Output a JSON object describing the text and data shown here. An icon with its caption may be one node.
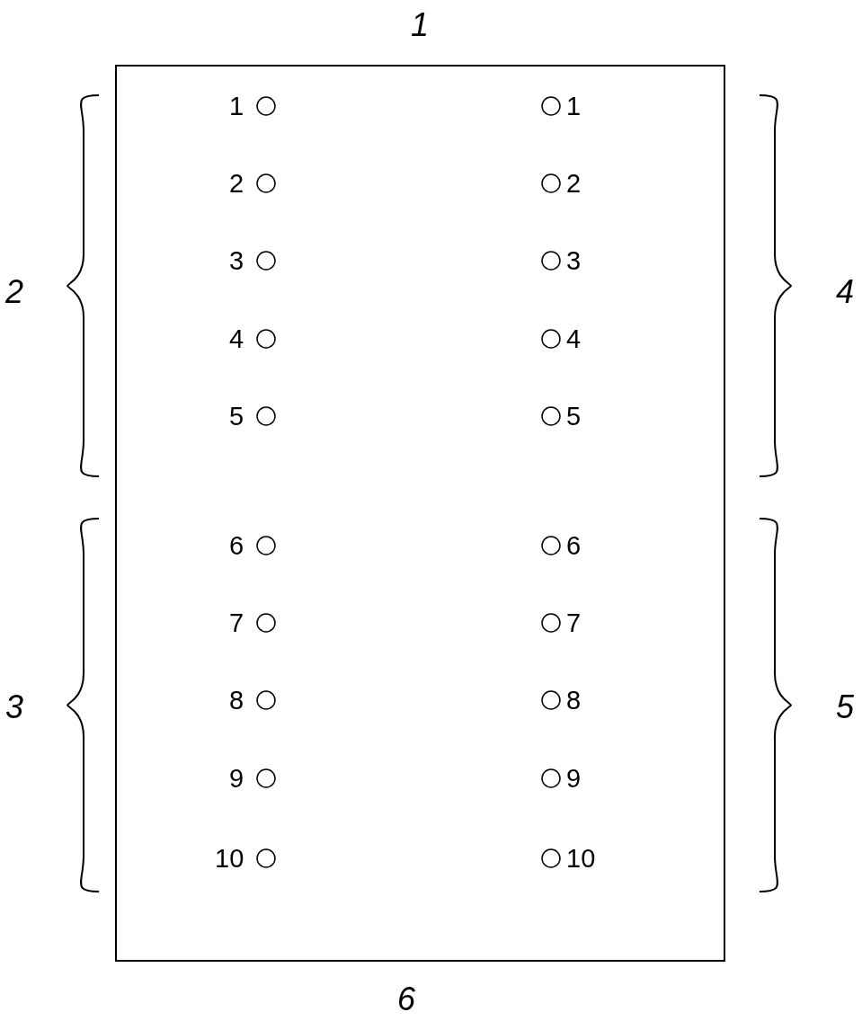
{
  "diagram": {
    "nodes": [
      {
        "text": [
          "1"
        ],
        "beside": [
          "6"
        ]
      }
    ],
    "labels": [
      "1",
      "2",
      "3",
      "4",
      "5",
      "6",
      "7",
      "8",
      "9",
      "10",
      "1",
      "2",
      "3",
      "4",
      "5",
      "6",
      "7",
      "8",
      "9",
      "10",
      "2",
      "3",
      "4",
      "5"
    ]
  }
}
